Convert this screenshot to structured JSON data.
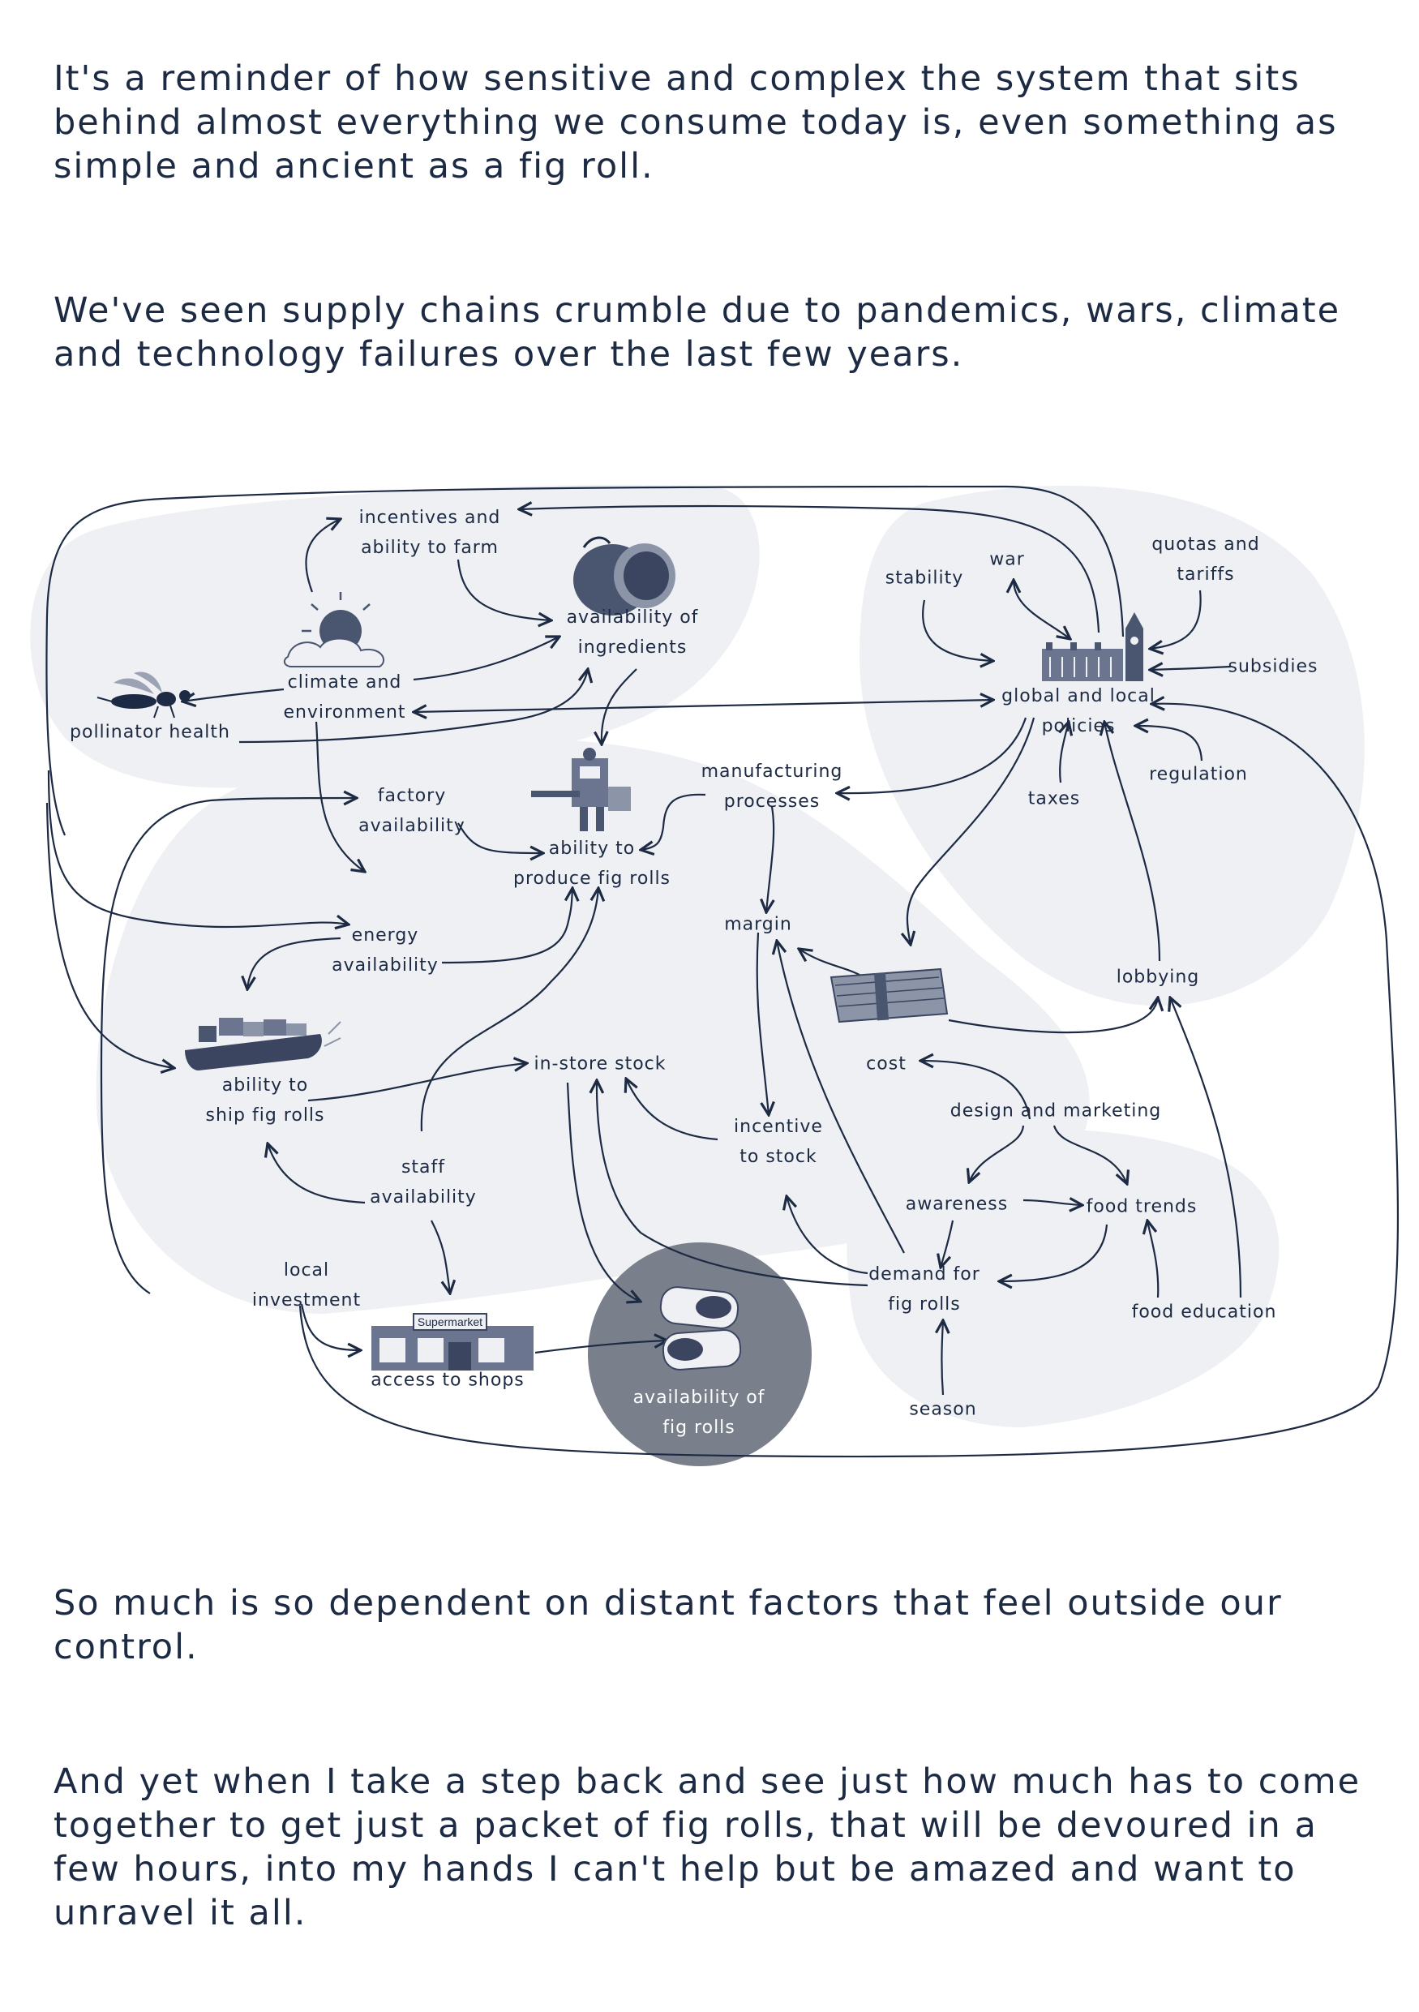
{
  "text": {
    "p1": "It's a reminder of how sensitive and complex the system that sits behind almost everything we consume today is, even something as simple and ancient as a fig roll.",
    "p2": "We've seen supply chains crumble due to pandemics, wars, climate and technology failures over the last few years.",
    "p3": "So much is so dependent on distant factors that feel outside our control.",
    "p4": "And yet when I take a step back and see just how much has to come together to get just a packet of fig rolls, that will be devoured in a few hours, into my hands I can't help but be amazed and want to unravel it all."
  },
  "colors": {
    "ink": "#1d2a44",
    "blob": "#eef0f3",
    "center": "#7a7f8c"
  },
  "diagram": {
    "nodes": [
      {
        "id": "incentives",
        "label": "incentives and\nability to farm"
      },
      {
        "id": "climate",
        "label": "climate and\nenvironment",
        "icon": "sun-cloud-icon"
      },
      {
        "id": "pollinator",
        "label": "pollinator health",
        "icon": "wasp-icon"
      },
      {
        "id": "ingredients",
        "label": "availability of\ningredients",
        "icon": "fig-icon"
      },
      {
        "id": "stability",
        "label": "stability"
      },
      {
        "id": "war",
        "label": "war"
      },
      {
        "id": "quotas",
        "label": "quotas and\ntariffs"
      },
      {
        "id": "subsidies",
        "label": "subsidies"
      },
      {
        "id": "policies",
        "label": "global and local\npolicies",
        "icon": "parliament-icon"
      },
      {
        "id": "regulation",
        "label": "regulation"
      },
      {
        "id": "taxes",
        "label": "taxes"
      },
      {
        "id": "manufacturing",
        "label": "manufacturing\nprocesses"
      },
      {
        "id": "factory",
        "label": "factory\navailability"
      },
      {
        "id": "produce",
        "label": "ability to\nproduce fig rolls",
        "icon": "machine-icon"
      },
      {
        "id": "energy",
        "label": "energy\navailability"
      },
      {
        "id": "margin",
        "label": "margin"
      },
      {
        "id": "lobbying",
        "label": "lobbying"
      },
      {
        "id": "ship",
        "label": "ability to\nship fig rolls",
        "icon": "boat-icon"
      },
      {
        "id": "instore",
        "label": "in-store stock"
      },
      {
        "id": "cost",
        "label": "cost",
        "icon": "money-icon"
      },
      {
        "id": "design",
        "label": "design and marketing"
      },
      {
        "id": "incentive_stock",
        "label": "incentive\nto stock"
      },
      {
        "id": "staff",
        "label": "staff\navailability"
      },
      {
        "id": "awareness",
        "label": "awareness"
      },
      {
        "id": "trends",
        "label": "food trends"
      },
      {
        "id": "local",
        "label": "local\ninvestment"
      },
      {
        "id": "demand",
        "label": "demand for\nfig rolls"
      },
      {
        "id": "education",
        "label": "food education"
      },
      {
        "id": "shops",
        "label": "access to shops",
        "icon": "supermarket-icon",
        "sign": "Supermarket"
      },
      {
        "id": "figrolls",
        "label": "availability of\nfig rolls",
        "icon": "fig-roll-icon"
      },
      {
        "id": "season",
        "label": "season"
      }
    ]
  }
}
